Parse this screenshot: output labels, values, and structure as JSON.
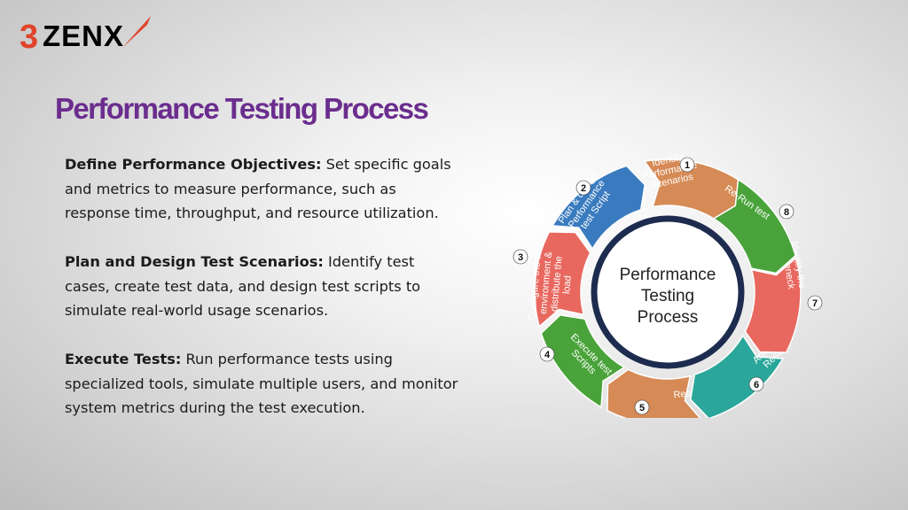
{
  "logo": {
    "number": "3",
    "text": "ZENX"
  },
  "title": "Performance Testing Process",
  "paragraphs": [
    {
      "heading": "Define Performance Objectives:",
      "body": " Set specific goals and metrics to measure performance, such as response time, throughput, and resource utilization."
    },
    {
      "heading": "Plan and Design Test Scenarios:",
      "body": " Identify test cases, create test data, and design test scripts to simulate real-world usage scenarios."
    },
    {
      "heading": "Execute Tests:",
      "body": " Run performance tests using specialized tools, simulate multiple users, and monitor system metrics during the test execution."
    }
  ],
  "diagram": {
    "center": [
      "Performance",
      "Testing",
      "Process"
    ],
    "steps": [
      {
        "num": "1",
        "lines": [
          "Identify",
          "Performance",
          "Scenarios"
        ],
        "color": "#d68a55"
      },
      {
        "num": "2",
        "lines": [
          "Plan & design",
          "Performance",
          "test Script"
        ],
        "color": "#3a7bbf"
      },
      {
        "num": "3",
        "lines": [
          "Configure the test",
          "environment &",
          "distribute the",
          "load"
        ],
        "color": "#e8685f"
      },
      {
        "num": "4",
        "lines": [
          "Execute test",
          "Scripts"
        ],
        "color": "#49a33a"
      },
      {
        "num": "5",
        "lines": [
          "Result"
        ],
        "color": "#d68a55"
      },
      {
        "num": "6",
        "lines": [
          "Analysis",
          "Result"
        ],
        "color": "#2aa79a"
      },
      {
        "num": "7",
        "lines": [
          "Identify the",
          "Bottleneck"
        ],
        "color": "#e8685f"
      },
      {
        "num": "8",
        "lines": [
          "Re-Run test"
        ],
        "color": "#49a33a"
      }
    ]
  }
}
